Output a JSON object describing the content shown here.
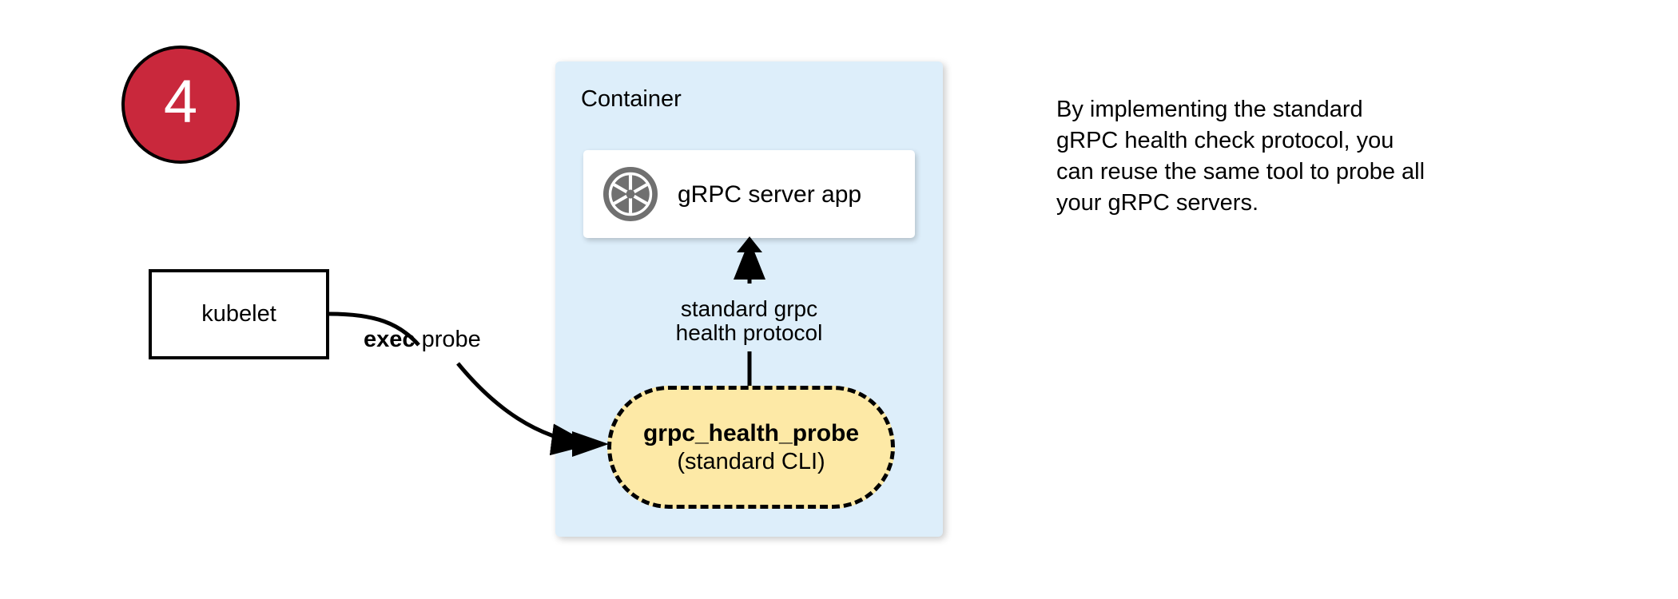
{
  "step": {
    "number": "4",
    "circle_fill": "#c9283c",
    "circle_stroke": "#000000",
    "number_color": "#ffffff"
  },
  "kubelet": {
    "label": "kubelet"
  },
  "edge_exec": {
    "keyword": "exec",
    "rest": " probe"
  },
  "container": {
    "title": "Container",
    "fill": "#ddeefa"
  },
  "server_card": {
    "label": "gRPC server app",
    "icon": "aperture-icon",
    "icon_color": "#707070",
    "fill": "#ffffff"
  },
  "protocol_edge": {
    "line1": "standard grpc",
    "line2": "health protocol"
  },
  "probe": {
    "title": "grpc_health_probe",
    "subtitle": "(standard CLI)",
    "fill": "#fde9a6",
    "stroke": "#000000",
    "stroke_style": "dashed"
  },
  "note": {
    "line1": "By implementing the standard",
    "line2": "gRPC health check protocol, you",
    "line3": "can reuse the same tool to probe all",
    "line4": "your gRPC servers."
  }
}
